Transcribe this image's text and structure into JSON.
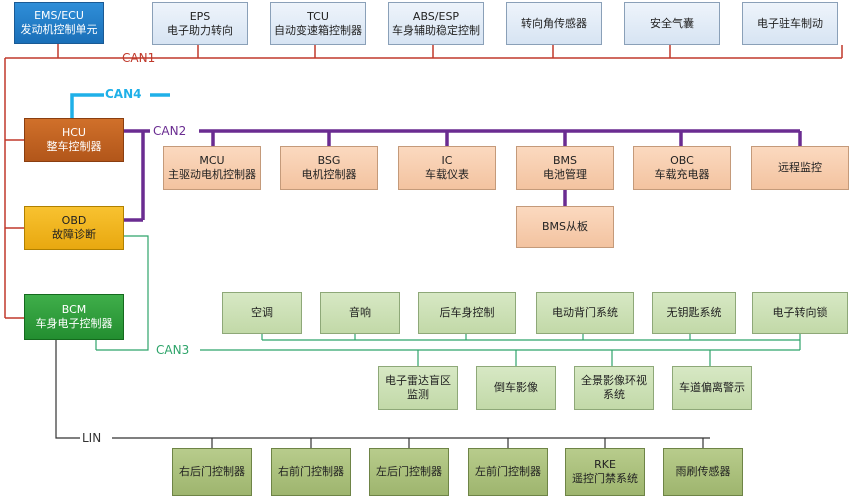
{
  "buses": {
    "can1": "CAN1",
    "can2": "CAN2",
    "can3": "CAN3",
    "can4": "CAN4",
    "lin": "LIN"
  },
  "controllers": {
    "ems": [
      "EMS/ECU",
      "发动机控制单元"
    ],
    "hcu": [
      "HCU",
      "整车控制器"
    ],
    "obd": [
      "OBD",
      "故障诊断"
    ],
    "bcm": [
      "BCM",
      "车身电子控制器"
    ]
  },
  "can1_nodes": [
    [
      "EPS",
      "电子助力转向"
    ],
    [
      "TCU",
      "自动变速箱控制器"
    ],
    [
      "ABS/ESP",
      "车身辅助稳定控制"
    ],
    [
      "",
      "转向角传感器"
    ],
    [
      "",
      "安全气囊"
    ],
    [
      "",
      "电子驻车制动"
    ]
  ],
  "can2_nodes": [
    [
      "MCU",
      "主驱动电机控制器"
    ],
    [
      "BSG",
      "电机控制器"
    ],
    [
      "IC",
      "车载仪表"
    ],
    [
      "BMS",
      "电池管理"
    ],
    [
      "OBC",
      "车载充电器"
    ],
    [
      "",
      "远程监控"
    ]
  ],
  "bms_slave": "BMS从板",
  "can3_top": [
    "空调",
    "音响",
    "后车身控制",
    "电动背门系统",
    "无钥匙系统",
    "电子转向锁"
  ],
  "can3_bottom": [
    "电子雷达盲区监测",
    "倒车影像",
    "全景影像环视系统",
    "车道偏离警示"
  ],
  "lin_nodes": [
    [
      "",
      "右后门控制器"
    ],
    [
      "",
      "右前门控制器"
    ],
    [
      "",
      "左后门控制器"
    ],
    [
      "",
      "左前门控制器"
    ],
    [
      "RKE",
      "遥控门禁系统"
    ],
    [
      "",
      "雨刷传感器"
    ]
  ],
  "colors": {
    "can1": "#c0392b",
    "can2": "#6a2c91",
    "can3": "#2ea46a",
    "can4": "#1fb0e8",
    "lin": "#333333"
  }
}
